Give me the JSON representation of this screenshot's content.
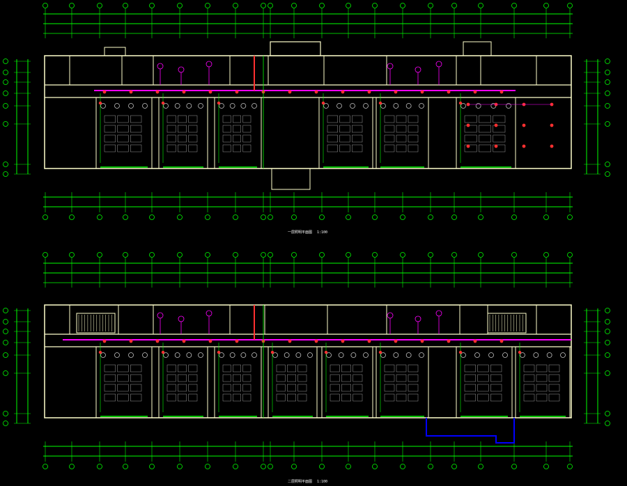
{
  "drawing": {
    "background": "#000000",
    "colors": {
      "dimension": "#00ff00",
      "wall": "#ffffcc",
      "wiring": "#ff00ff",
      "fixture": "#ff3030",
      "furniture": "#c0c0c0",
      "cable": "#0000ff",
      "text": "#ffffff"
    },
    "plans": [
      {
        "id": "upper-floor-plan",
        "caption": "一层照明平面图",
        "scale": "1:100"
      },
      {
        "id": "lower-floor-plan",
        "caption": "二层照明平面图",
        "scale": "1:100"
      }
    ]
  }
}
